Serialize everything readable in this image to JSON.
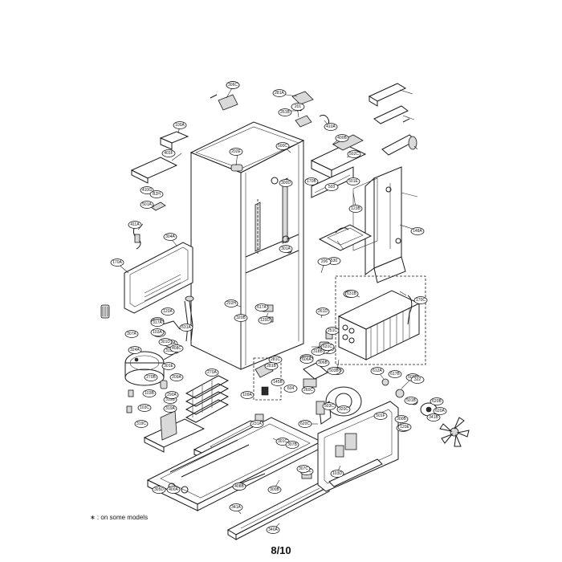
{
  "footnote": "∗ : on some models",
  "page_number": "8/10",
  "callouts": [
    "103E",
    "281A",
    "201",
    "261B",
    "410A",
    "400B",
    "100A",
    "401F",
    "202E",
    "500C",
    "502C",
    "503",
    "123B",
    "148A",
    "410G",
    "B2H",
    "501A",
    "411A",
    "304A",
    "501E",
    "170A",
    "530",
    "170B",
    "206",
    "202H",
    "301A",
    "617A",
    "120D",
    "120A",
    "318A",
    "317A",
    "320A",
    "307A",
    "300A",
    "315A",
    "324A",
    "319A",
    "319B",
    "319C",
    "305D",
    "400A",
    "281C",
    "281B",
    "109A",
    "270A",
    "604",
    "145B",
    "261D",
    "251C",
    "281D",
    "260C",
    "108B",
    "130A",
    "300B",
    "390A",
    "170C",
    "503E",
    "117A",
    "620A",
    "620B",
    "620C",
    "120C",
    "103D",
    "301C",
    "231A",
    "400A2",
    "300B2",
    "341A",
    "340A",
    "631A",
    "631B",
    "631C",
    "612A",
    "617B",
    "501F",
    "120E",
    "501B",
    "322",
    "320C",
    "300B3",
    "341B",
    "503B",
    "503C",
    "606A",
    "307B",
    "318B",
    "320B",
    "306B",
    "307C",
    "408B",
    "408C",
    "103A",
    "103B",
    "103C",
    "209A",
    "290A",
    "270B",
    "301E",
    "301D",
    "300D",
    "306C"
  ]
}
